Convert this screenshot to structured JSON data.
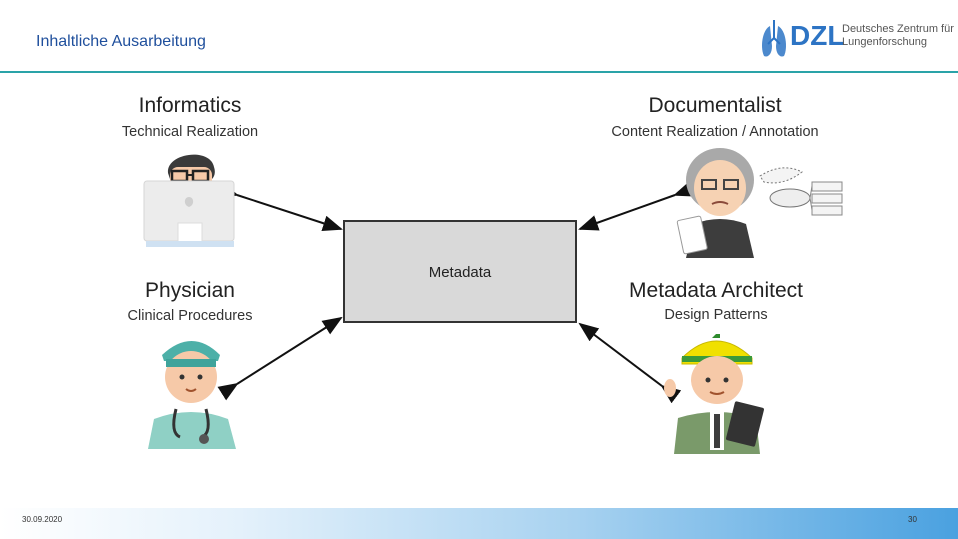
{
  "header": {
    "title": "Inhaltliche Ausarbeitung",
    "logo": {
      "mark": "DZL",
      "line1": "Deutsches Zentrum für",
      "line2": "Lungenforschung"
    }
  },
  "roles": {
    "informatics": {
      "title": "Informatics",
      "subtitle": "Technical Realization"
    },
    "documentalist": {
      "title": "Documentalist",
      "subtitle": "Content Realization / Annotation"
    },
    "physician": {
      "title": "Physician",
      "subtitle": "Clinical Procedures"
    },
    "architect": {
      "title": "Metadata Architect",
      "subtitle": "Design Patterns"
    }
  },
  "center": {
    "label": "Metadata"
  },
  "footer": {
    "date": "30.09.2020",
    "page": "30"
  },
  "colors": {
    "header_text": "#1f4f9c",
    "accent_line": "#2aa3a8",
    "logo_blue": "#2d74c4",
    "box_fill": "#d9d9d9"
  }
}
